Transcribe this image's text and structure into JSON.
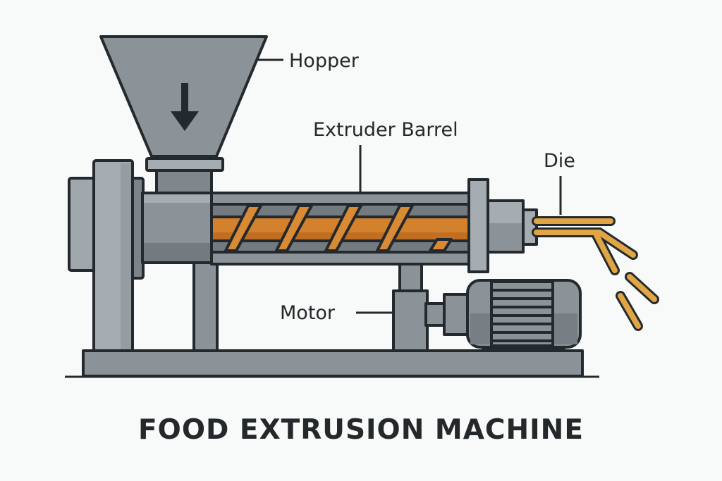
{
  "title": "FOOD EXTRUSION MACHINE",
  "labels": {
    "hopper": "Hopper",
    "barrel": "Extruder Barrel",
    "die": "Die",
    "motor": "Motor"
  },
  "colors": {
    "metal": "#8b9399",
    "metal_light": "#a5adb3",
    "metal_dark": "#6f777d",
    "screw": "#d4812e",
    "extrudate": "#e0a545",
    "outline": "#23292c"
  }
}
